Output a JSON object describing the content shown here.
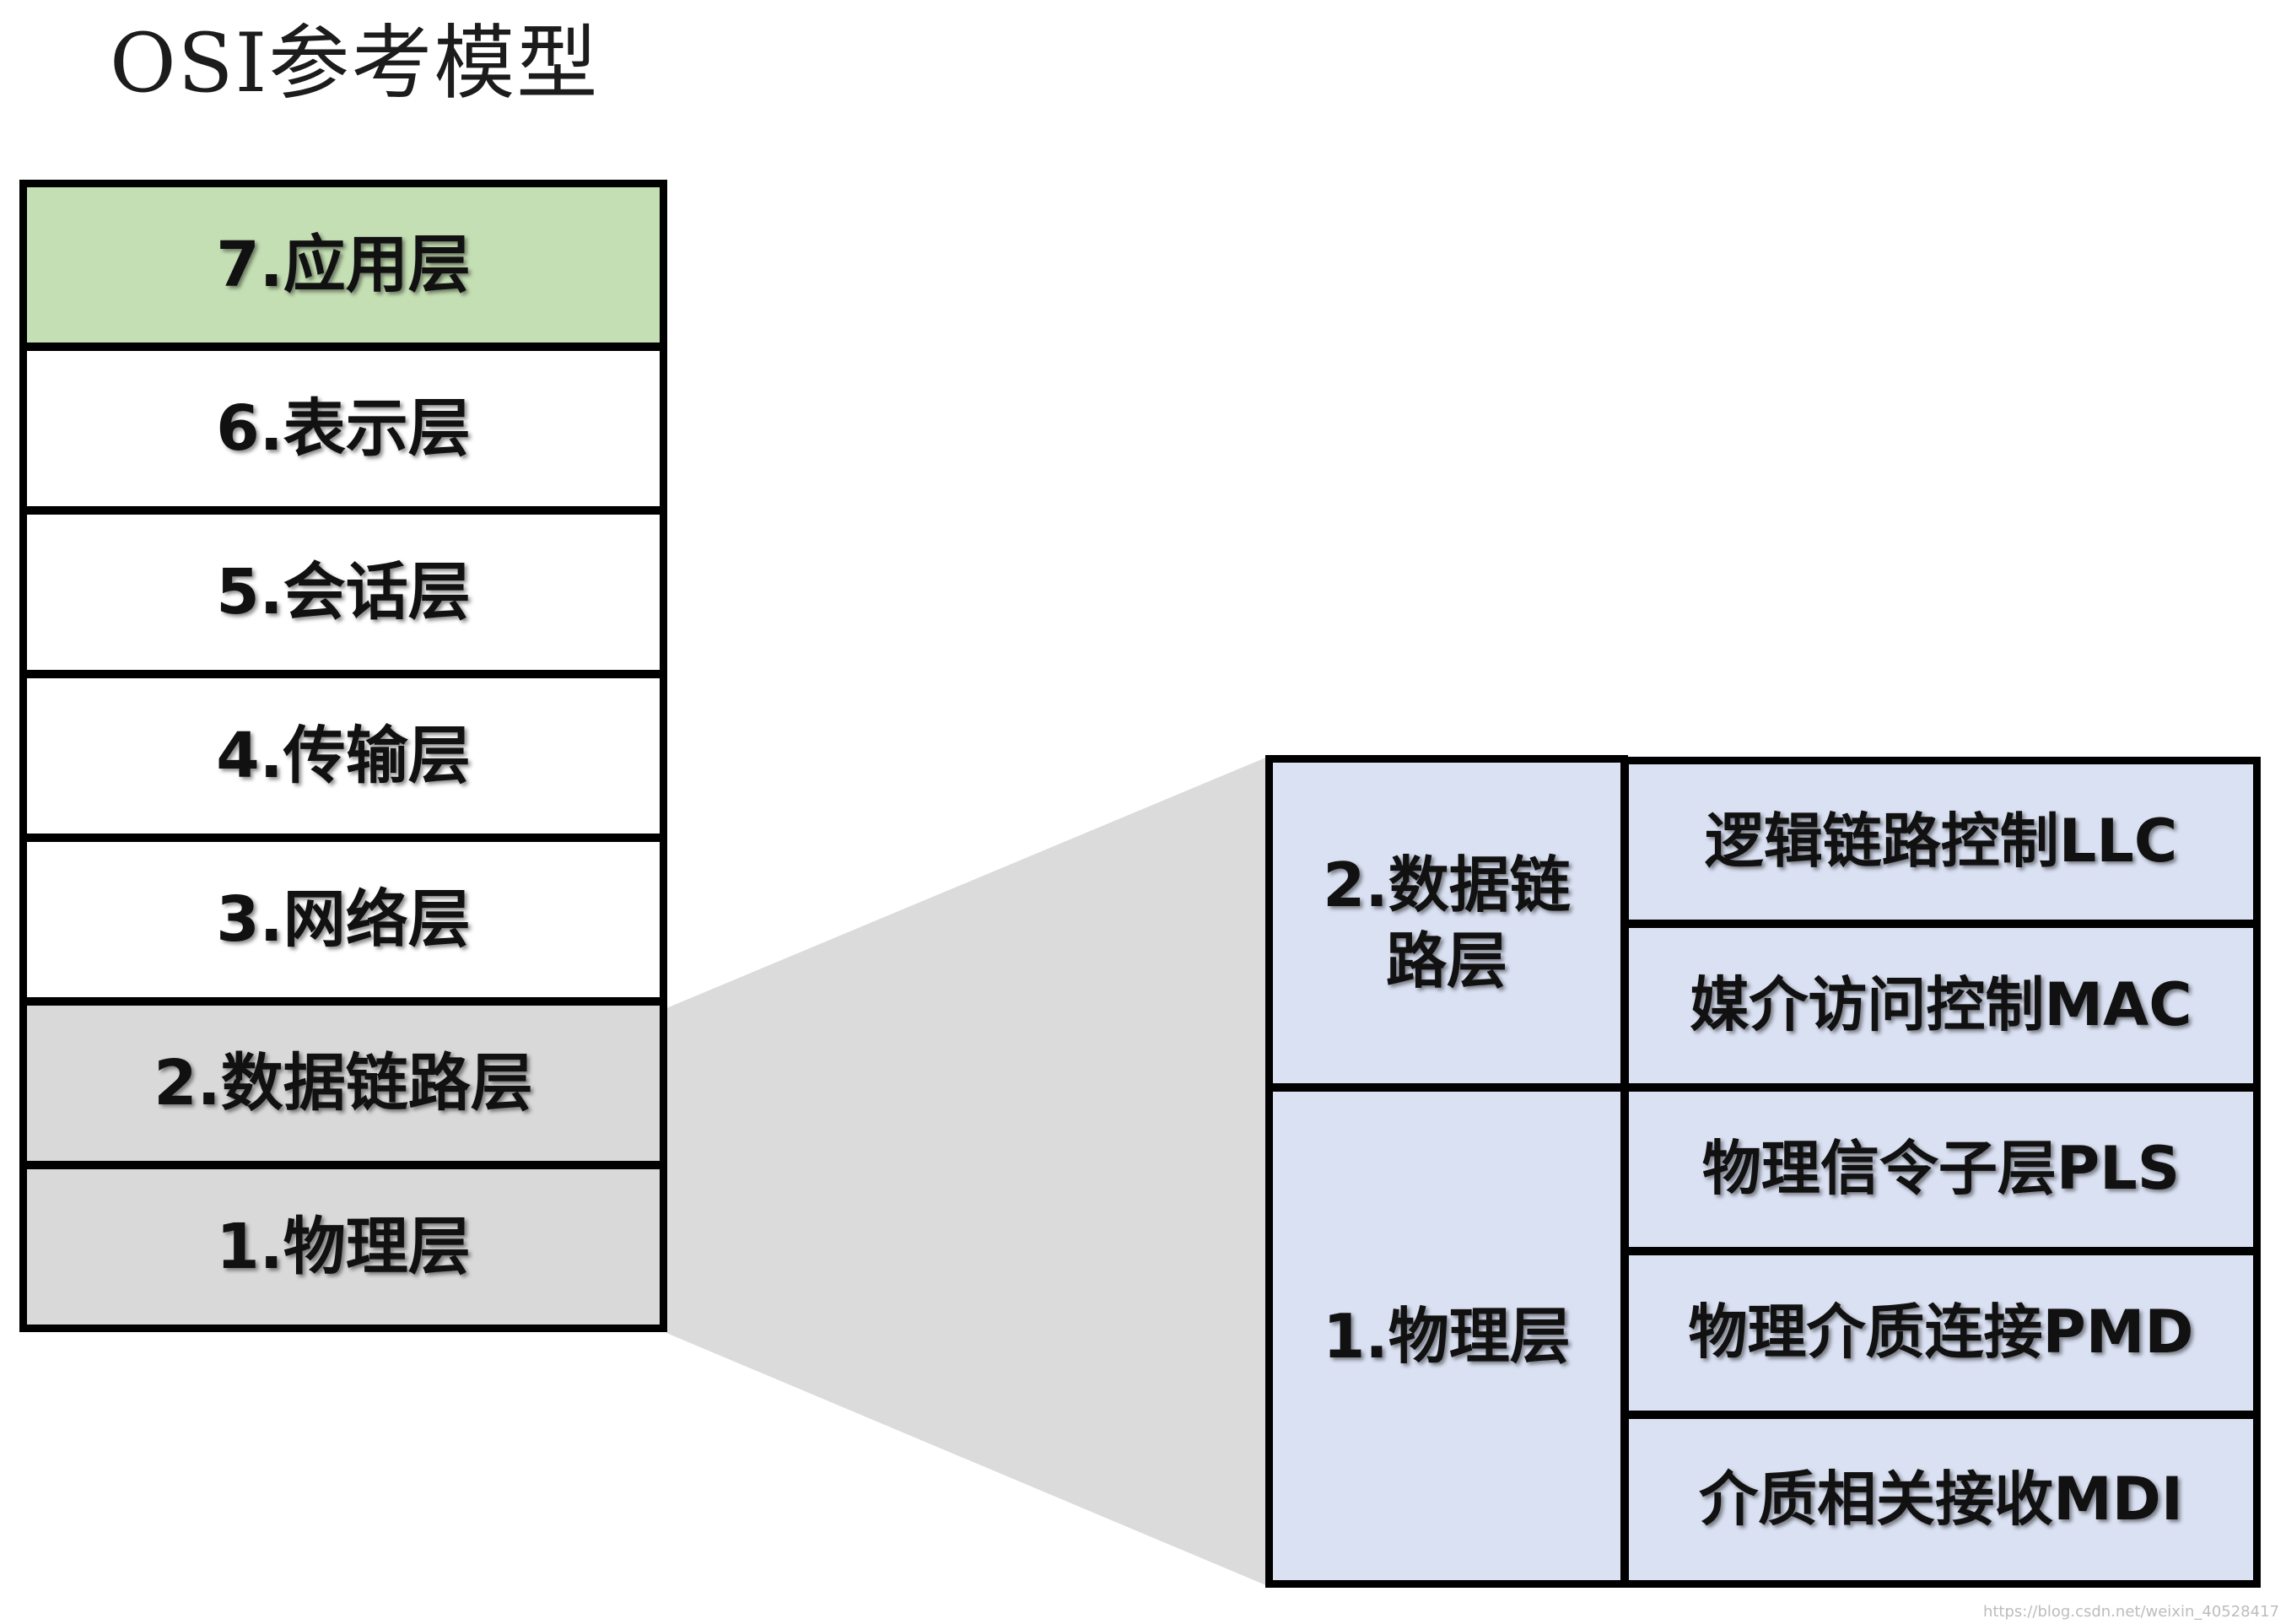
{
  "title": "OSI参考模型",
  "colors": {
    "application_fill": "#c5dfb4",
    "white_fill": "#ffffff",
    "gray_fill": "#d9d9d9",
    "detail_fill": "#dae1f2",
    "callout_fill": "#d9d9d9",
    "border": "#000000"
  },
  "osi_layers": [
    {
      "label": "7.应用层",
      "fill": "application"
    },
    {
      "label": "6.表示层",
      "fill": "white"
    },
    {
      "label": "5.会话层",
      "fill": "white"
    },
    {
      "label": "4.传输层",
      "fill": "white"
    },
    {
      "label": "3.网络层",
      "fill": "white"
    },
    {
      "label": "2.数据链路层",
      "fill": "gray"
    },
    {
      "label": "1.物理层",
      "fill": "gray"
    }
  ],
  "detail": {
    "data_link": {
      "label": "2.数据链路层",
      "sublayers": [
        "逻辑链路控制LLC",
        "媒介访问控制MAC"
      ]
    },
    "physical": {
      "label": "1.物理层",
      "sublayers": [
        "物理信令子层PLS",
        "物理介质连接PMD",
        "介质相关接收MDI"
      ]
    }
  },
  "watermark": "https://blog.csdn.net/weixin_40528417"
}
